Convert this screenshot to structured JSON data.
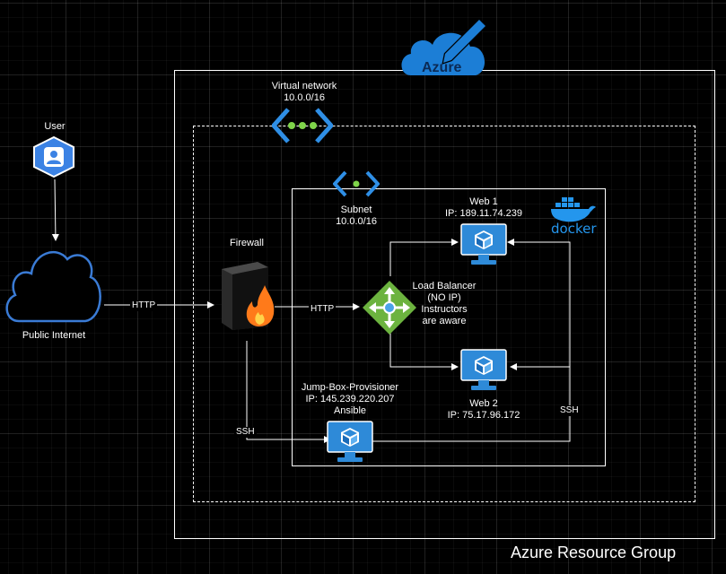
{
  "groups": {
    "resource_group": "Azure Resource Group",
    "azure_badge": "Azure",
    "vnet_name": "Virtual network",
    "vnet_cidr": "10.0.0/16",
    "subnet_name": "Subnet",
    "subnet_cidr": "10.0.0/16"
  },
  "nodes": {
    "user": "User",
    "internet": "Public Internet",
    "firewall": "Firewall",
    "lb_line1": "Load Balancer",
    "lb_line2": "(NO IP)",
    "lb_line3": "Instructors",
    "lb_line4": "are aware",
    "web1_name": "Web 1",
    "web1_ip": "IP: 189.11.74.239",
    "web2_name": "Web 2",
    "web2_ip": "IP: 75.17.96.172",
    "jump_line1": "Jump-Box-Provisioner",
    "jump_line2": "IP: 145.239.220.207",
    "jump_line3": "Ansible",
    "docker": "docker"
  },
  "edges": {
    "internet_to_firewall": "HTTP",
    "firewall_to_lb": "HTTP",
    "firewall_to_jump": "SSH",
    "jump_to_webs": "SSH"
  },
  "colors": {
    "azure_blue": "#1c7ed6",
    "user_blue": "#3b82e4",
    "cloud_blue": "#3a7bd5",
    "lb_green": "#6cb33f",
    "vm_blue": "#2e8ad8",
    "docker_blue": "#2496ed",
    "fire_orange": "#ff7a1a"
  }
}
